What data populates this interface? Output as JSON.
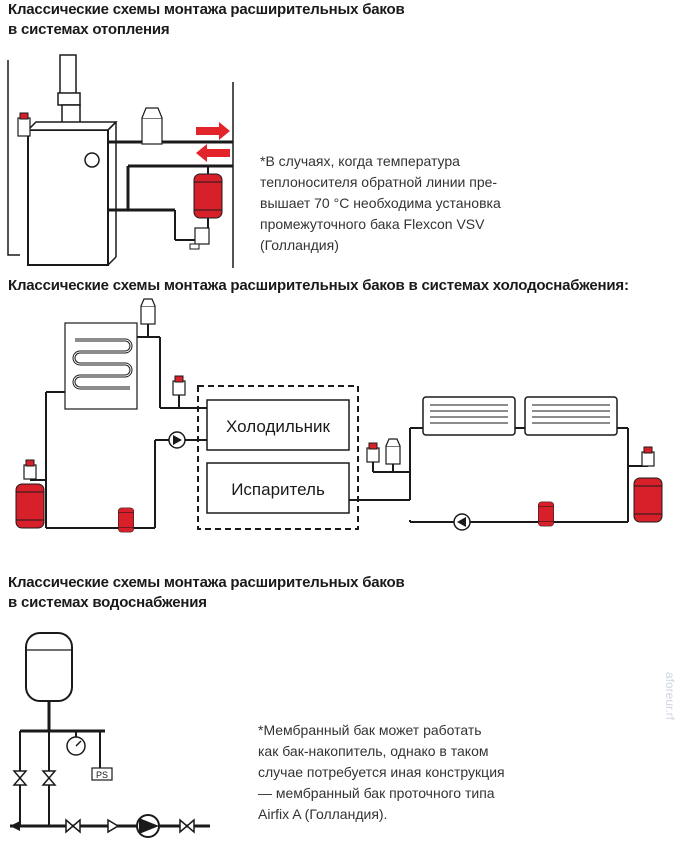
{
  "sections": [
    {
      "title_line1": "Классические схемы монтажа расширительных баков",
      "title_line2": "в системах отопления",
      "note": [
        "*В случаях, когда температура",
        "теплоносителя обратной линии пре-",
        "вышает 70 °С необходима установка",
        "промежуточного бака Flexcon VSV",
        "(Голландия)"
      ]
    },
    {
      "title_line1": "Классические схемы монтажа расширительных баков в системах холодоснабжения:",
      "box_labels": {
        "cooler": "Холодильник",
        "evaporator": "Испаритель"
      }
    },
    {
      "title_line1": "Классические схемы монтажа расширительных баков",
      "title_line2": "в системах водоснабжения",
      "ps_label": "PS",
      "note": [
        "*Мембранный бак может работать",
        "как бак-накопитель, однако в таком",
        "случае потребуется иная конструкция",
        "— мембранный бак проточного типа",
        "Airfix A (Голландия)."
      ]
    }
  ],
  "watermark": "aforeur.rf",
  "colors": {
    "tank_red": "#d8202a",
    "arrow_red": "#e3242b",
    "line": "#1a1a1a"
  }
}
